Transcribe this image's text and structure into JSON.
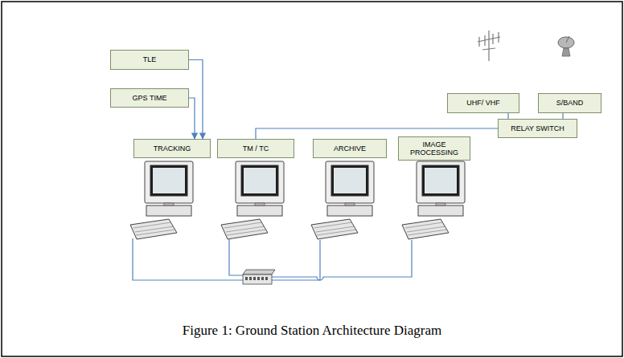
{
  "diagram": {
    "caption": "Figure 1: Ground Station Architecture Diagram",
    "nodes": [
      {
        "text": [
          "TLE"
        ]
      },
      {
        "text": [
          "GPS TIME"
        ]
      },
      {
        "text": [
          "TRACKING"
        ]
      },
      {
        "text": [
          "TM / TC"
        ]
      },
      {
        "text": [
          "ARCHIVE"
        ]
      },
      {
        "text": [
          "IMAGE PROCESSING"
        ]
      },
      {
        "text": [
          "UHF/ VHF"
        ]
      },
      {
        "text": [
          "S/BAND"
        ]
      },
      {
        "text": [
          "RELAY SWITCH"
        ]
      }
    ],
    "edges": [
      {
        "from": 0,
        "to": 2,
        "arrow": "to"
      },
      {
        "from": 1,
        "to": 2,
        "arrow": "to"
      },
      {
        "from": 3,
        "to": 8,
        "arrow": "none"
      },
      {
        "from": 6,
        "to": 8,
        "arrow": "none"
      },
      {
        "from": 7,
        "to": 8,
        "arrow": "none"
      }
    ]
  }
}
